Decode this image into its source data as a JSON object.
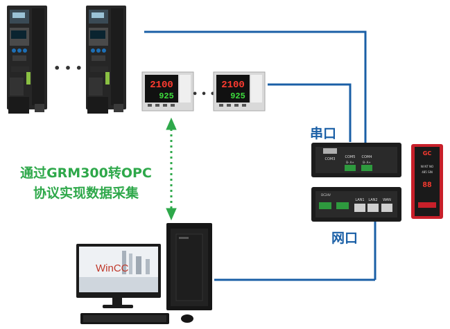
{
  "labels": {
    "serial_port": "串口",
    "network_port": "网口",
    "caption_line1": "通过GRM300转OPC",
    "caption_line2": "协议实现数据采集"
  },
  "devices": {
    "inverter_ellipsis": "• • •",
    "controller_ellipsis": "• • •",
    "controller_display_top": "2100",
    "controller_display_bottom": "925",
    "gateway_com3": "COM3",
    "gateway_com5": "COM5",
    "gateway_com4": "COM4",
    "gateway_com5_pins": "B-  A+",
    "gateway_com4_pins": "B-  A+",
    "gateway_lan1": "LAN1",
    "gateway_lan2": "LAN2",
    "gateway_wan": "WAN",
    "gateway_terminal_labels": "DC24V",
    "module_brand": "GC",
    "module_leds": "NI  NT  NO",
    "module_leds2": "485  SIN",
    "module_display": "88",
    "wincc_logo": "WinCC"
  },
  "colors": {
    "line_blue": "#1a5fa6",
    "arrow_green": "#2ea84a",
    "caption_green": "#2ea84a"
  }
}
